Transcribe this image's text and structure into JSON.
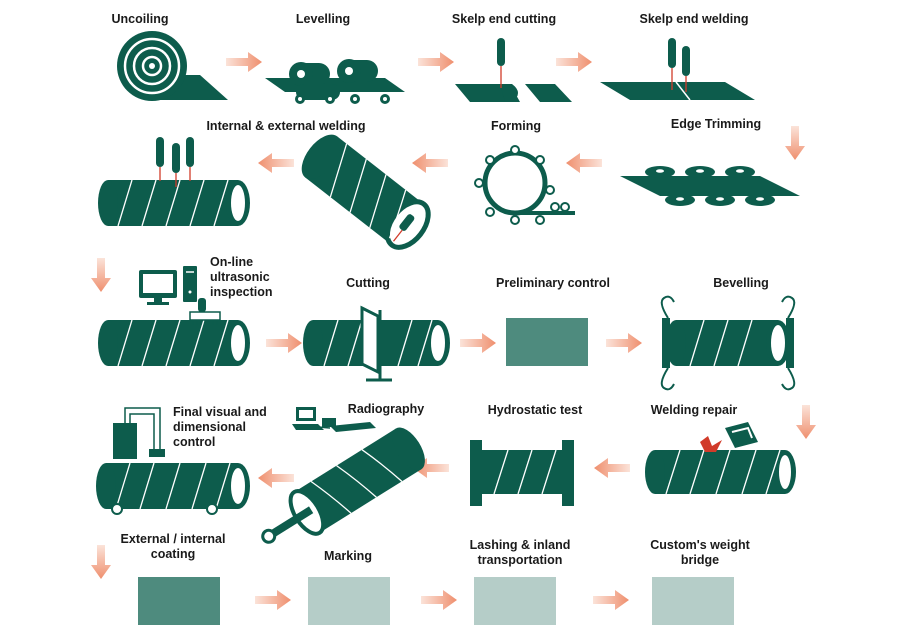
{
  "colors": {
    "green": "#0d5c4c",
    "box_medium": "#4e8b7e",
    "box_light": "#b5cdc8",
    "arrow": "#f0a48a",
    "weld": "#d13b2a"
  },
  "steps": {
    "uncoiling": "Uncoiling",
    "levelling": "Levelling",
    "skelp_end_cutting": "Skelp end cutting",
    "skelp_end_welding": "Skelp end welding",
    "internal_external_welding": "Internal & external welding",
    "forming": "Forming",
    "edge_trimming": "Edge Trimming",
    "online_ultrasonic": [
      "On-line",
      "ultrasonic",
      "inspection"
    ],
    "cutting": "Cutting",
    "preliminary_control": "Preliminary control",
    "bevelling": "Bevelling",
    "final_visual": [
      "Final visual and",
      "dimensional",
      "control"
    ],
    "radiography": "Radiography",
    "hydrostatic_test": "Hydrostatic test",
    "welding_repair": "Welding repair",
    "external_internal_coating": [
      "External / internal",
      "coating"
    ],
    "marking": "Marking",
    "lashing": [
      "Lashing & inland",
      "transportation"
    ],
    "customs_weight_bridge": [
      "Custom's weight",
      "bridge"
    ]
  },
  "icons": [
    "coil-icon",
    "rollers-icon",
    "torch-icon",
    "pipe-icon",
    "monitor-icon",
    "computer-tower-icon",
    "arrow-icon"
  ]
}
